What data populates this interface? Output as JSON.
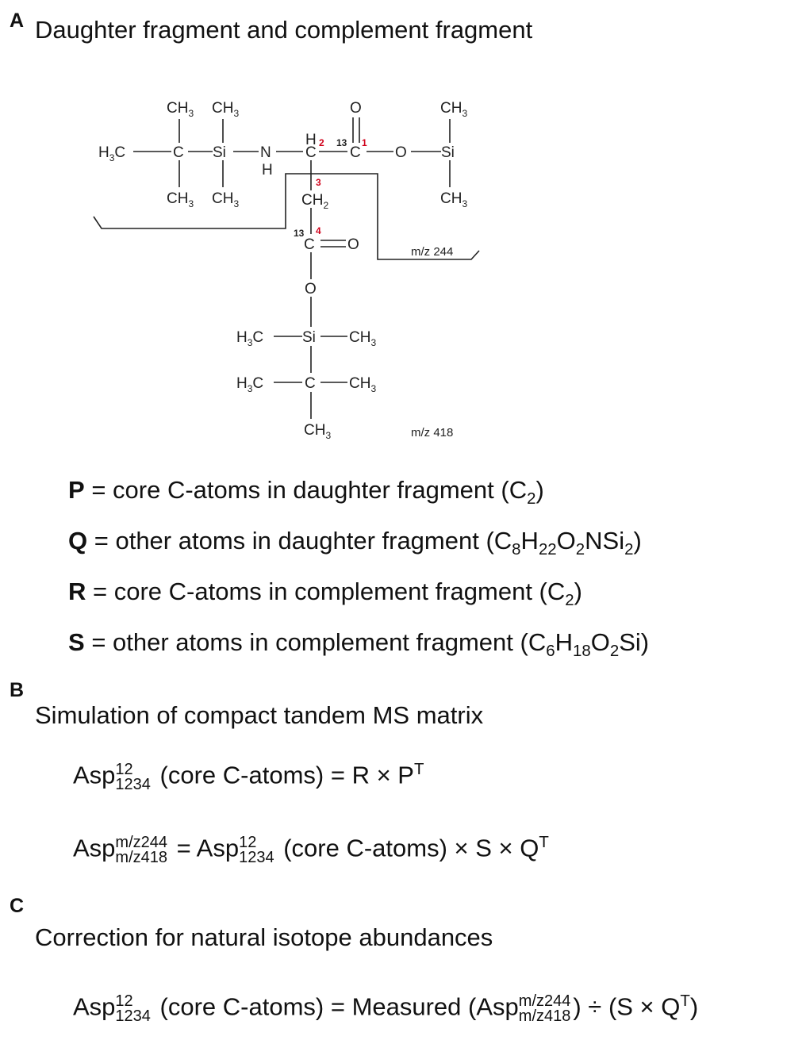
{
  "panel_a": {
    "label": "A",
    "title": "Daughter fragment and complement fragment",
    "mz_daughter": "m/z 244",
    "mz_parent": "m/z 418",
    "positions": [
      "1",
      "2",
      "3",
      "4"
    ],
    "isotope": "13",
    "definitions": [
      {
        "letter": "P",
        "text": "= core C-atoms in daughter fragment (C",
        "formula": "C2"
      },
      {
        "letter": "Q",
        "text": "= other atoms in daughter fragment (",
        "formula": "C8H22O2NSi2"
      },
      {
        "letter": "R",
        "text": "= core C-atoms in complement fragment (C",
        "formula": "C2"
      },
      {
        "letter": "S",
        "text": "= other atoms in complement fragment (",
        "formula": "C6H18O2Si"
      }
    ]
  },
  "panel_b": {
    "label": "B",
    "title": "Simulation of compact tandem MS matrix",
    "eq1": {
      "base": "Asp",
      "sup": "12",
      "sub": "1234",
      "rest": "(core C-atoms) = R × P",
      "T": "T"
    },
    "eq2": {
      "base": "Asp",
      "sup": "m/z244",
      "sub": "m/z418",
      "mid": "= Asp",
      "sup2": "12",
      "sub2": "1234",
      "rest": "(core C-atoms) × S × Q",
      "T": "T"
    }
  },
  "panel_c": {
    "label": "C",
    "title": "Correction for natural isotope abundances",
    "eq": {
      "base": "Asp",
      "sup": "12",
      "sub": "1234",
      "mid": "(core C-atoms) = Measured (Asp",
      "sup2": "m/z244",
      "sub2": "m/z418",
      "rest": ") ÷ (S × Q",
      "T": "T",
      "end": ")"
    }
  },
  "colors": {
    "position_label": "#d0021b",
    "text": "#111111"
  }
}
